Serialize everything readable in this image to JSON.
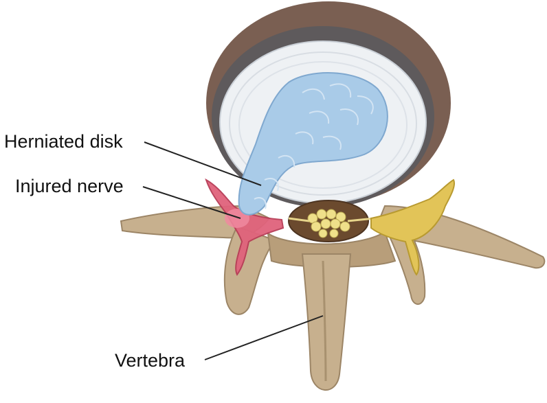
{
  "labels": {
    "herniated_disk": "Herniated disk",
    "injured_nerve": "Injured nerve",
    "vertebra": "Vertebra"
  },
  "colors": {
    "bone": "#c7b08e",
    "bone_shadow": "#9c8566",
    "bone_dark": "#6e5b4a",
    "disk_ring_outer": "#5e5a5c",
    "disk_ring_inner": "#eef1f4",
    "nucleus": "#a9cbe8",
    "nucleus_edge": "#7fa8cf",
    "nerve_injured": "#e0637c",
    "nerve_healthy": "#e2c458",
    "spinal_canal": "#6b4a2e",
    "cord_bundle": "#efe08a",
    "leader_line": "#222222"
  },
  "icons": [
    "vertebra-illustration"
  ]
}
